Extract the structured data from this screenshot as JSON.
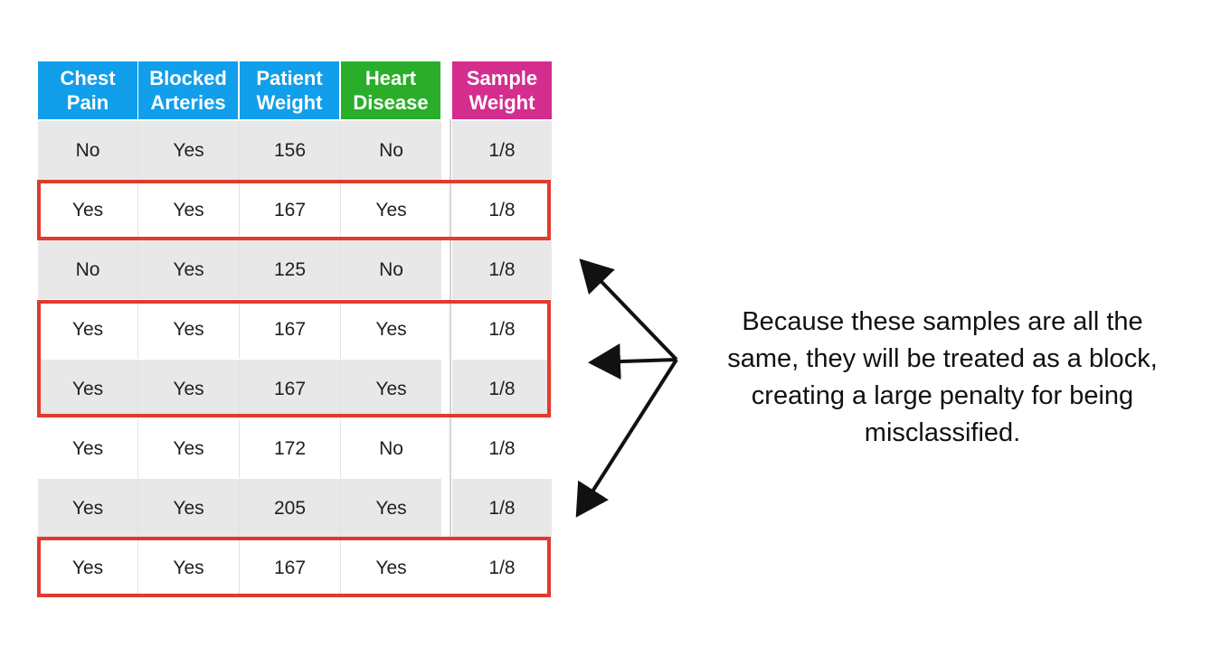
{
  "colors": {
    "header_blue": "#119eea",
    "header_green": "#2aae2a",
    "header_magenta": "#d42d8e",
    "highlight_red": "#e23a2e",
    "row_shade": "#e8e8e8",
    "arrow": "#111111"
  },
  "table": {
    "headers": [
      {
        "line1": "Chest",
        "line2": "Pain",
        "color": "#119eea"
      },
      {
        "line1": "Blocked",
        "line2": "Arteries",
        "color": "#119eea"
      },
      {
        "line1": "Patient",
        "line2": "Weight",
        "color": "#119eea"
      },
      {
        "line1": "Heart",
        "line2": "Disease",
        "color": "#2aae2a"
      },
      {
        "line1": "Sample",
        "line2": "Weight",
        "color": "#d42d8e"
      }
    ],
    "rows": [
      {
        "chest_pain": "No",
        "blocked_arteries": "Yes",
        "patient_weight": "156",
        "heart_disease": "No",
        "sample_weight": "1/8"
      },
      {
        "chest_pain": "Yes",
        "blocked_arteries": "Yes",
        "patient_weight": "167",
        "heart_disease": "Yes",
        "sample_weight": "1/8"
      },
      {
        "chest_pain": "No",
        "blocked_arteries": "Yes",
        "patient_weight": "125",
        "heart_disease": "No",
        "sample_weight": "1/8"
      },
      {
        "chest_pain": "Yes",
        "blocked_arteries": "Yes",
        "patient_weight": "167",
        "heart_disease": "Yes",
        "sample_weight": "1/8"
      },
      {
        "chest_pain": "Yes",
        "blocked_arteries": "Yes",
        "patient_weight": "167",
        "heart_disease": "Yes",
        "sample_weight": "1/8"
      },
      {
        "chest_pain": "Yes",
        "blocked_arteries": "Yes",
        "patient_weight": "172",
        "heart_disease": "No",
        "sample_weight": "1/8"
      },
      {
        "chest_pain": "Yes",
        "blocked_arteries": "Yes",
        "patient_weight": "205",
        "heart_disease": "Yes",
        "sample_weight": "1/8"
      },
      {
        "chest_pain": "Yes",
        "blocked_arteries": "Yes",
        "patient_weight": "167",
        "heart_disease": "Yes",
        "sample_weight": "1/8"
      }
    ]
  },
  "caption": {
    "line1": "Because these samples are all the",
    "line2": "same, they will be treated as a block,",
    "line3": "creating a large penalty for being",
    "line4": "misclassified."
  }
}
